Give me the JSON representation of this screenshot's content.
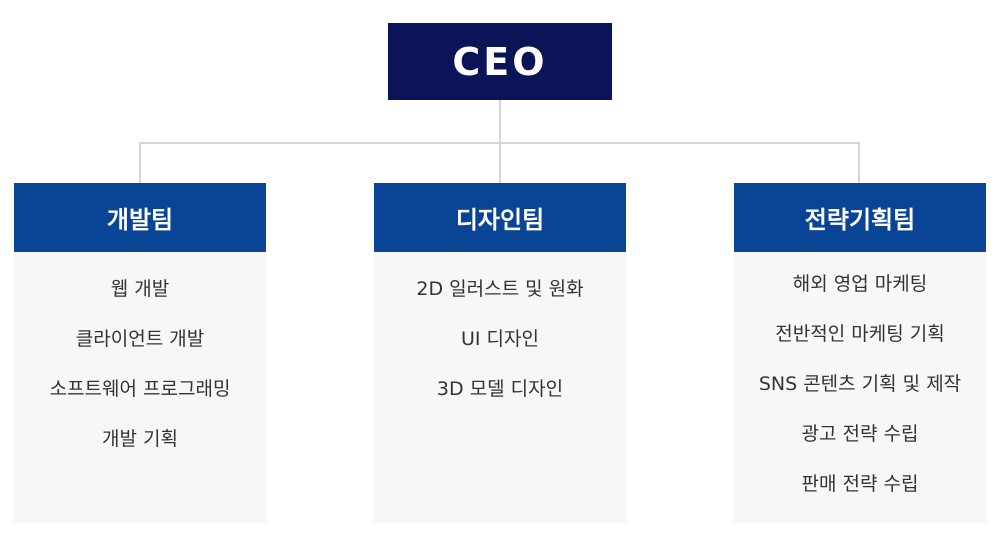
{
  "ceo": {
    "label": "CEO"
  },
  "colors": {
    "ceo_background": "#0b1457",
    "team_header_background": "#0a4595",
    "team_body_background": "#f6f7f9",
    "connector": "#d6d6d6",
    "item_text": "#333333"
  },
  "teams": [
    {
      "name": "개발팀",
      "items": [
        "웹 개발",
        "클라이언트 개발",
        "소프트웨어 프로그래밍",
        "개발 기획"
      ]
    },
    {
      "name": "디자인팀",
      "items": [
        "2D 일러스트 및 원화",
        "UI 디자인",
        "3D 모델 디자인"
      ]
    },
    {
      "name": "전략기획팀",
      "items": [
        "해외 영업 마케팅",
        "전반적인 마케팅 기획",
        "SNS 콘텐츠 기획 및 제작",
        "광고 전략 수립",
        "판매 전략 수립"
      ]
    }
  ]
}
